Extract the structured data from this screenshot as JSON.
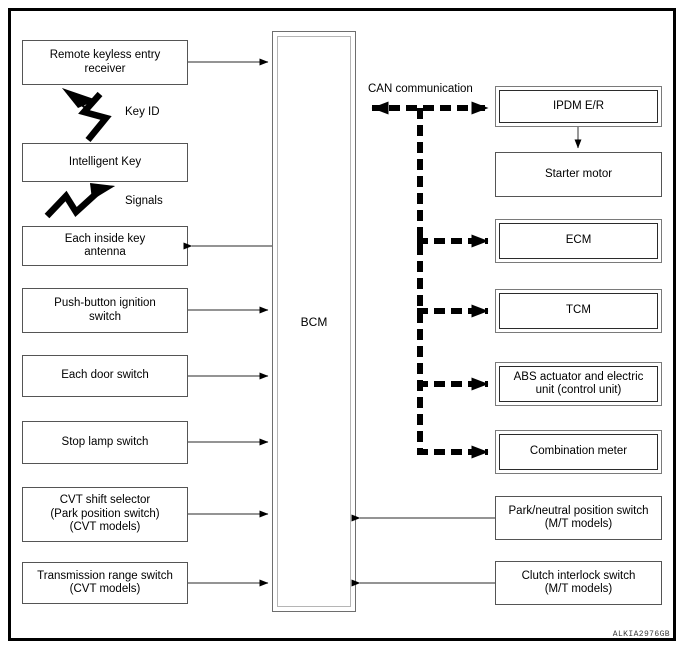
{
  "figure": {
    "code": "ALKIA2976GB",
    "bcm": {
      "label": "BCM"
    },
    "labels": {
      "can_communication": "CAN communication",
      "key_id": "Key ID",
      "signals": "Signals"
    }
  },
  "left_inputs": [
    {
      "label": "Remote keyless entry\nreceiver",
      "name": "remote-keyless-entry-receiver",
      "direction": "to-bcm"
    },
    {
      "label": "Intelligent Key",
      "name": "intelligent-key",
      "direction": "none"
    },
    {
      "label": "Each inside key\nantenna",
      "name": "each-inside-key-antenna",
      "direction": "from-bcm"
    },
    {
      "label": "Push-button ignition\nswitch",
      "name": "push-button-ignition-switch",
      "direction": "to-bcm"
    },
    {
      "label": "Each door switch",
      "name": "each-door-switch",
      "direction": "to-bcm"
    },
    {
      "label": "Stop lamp switch",
      "name": "stop-lamp-switch",
      "direction": "to-bcm"
    },
    {
      "label": "CVT shift selector\n(Park position switch)\n(CVT models)",
      "name": "cvt-shift-selector",
      "direction": "to-bcm"
    },
    {
      "label": "Transmission range switch\n(CVT models)",
      "name": "transmission-range-switch",
      "direction": "to-bcm"
    }
  ],
  "right_modules": [
    {
      "label": "IPDM E/R",
      "name": "ipdm-er",
      "style": "double",
      "bus": "can"
    },
    {
      "label": "Starter motor",
      "name": "starter-motor",
      "style": "single",
      "bus": "direct-from-ipdm"
    },
    {
      "label": "ECM",
      "name": "ecm",
      "style": "double",
      "bus": "can"
    },
    {
      "label": "TCM",
      "name": "tcm",
      "style": "double",
      "bus": "can"
    },
    {
      "label": "ABS actuator and electric\nunit (control unit)",
      "name": "abs-actuator-and-electric-unit",
      "style": "double",
      "bus": "can"
    },
    {
      "label": "Combination meter",
      "name": "combination-meter",
      "style": "double",
      "bus": "can"
    },
    {
      "label": "Park/neutral position switch\n(M/T models)",
      "name": "park-neutral-position-switch",
      "style": "single",
      "bus": "to-bcm"
    },
    {
      "label": "Clutch interlock switch\n(M/T models)",
      "name": "clutch-interlock-switch",
      "style": "single",
      "bus": "to-bcm"
    }
  ]
}
